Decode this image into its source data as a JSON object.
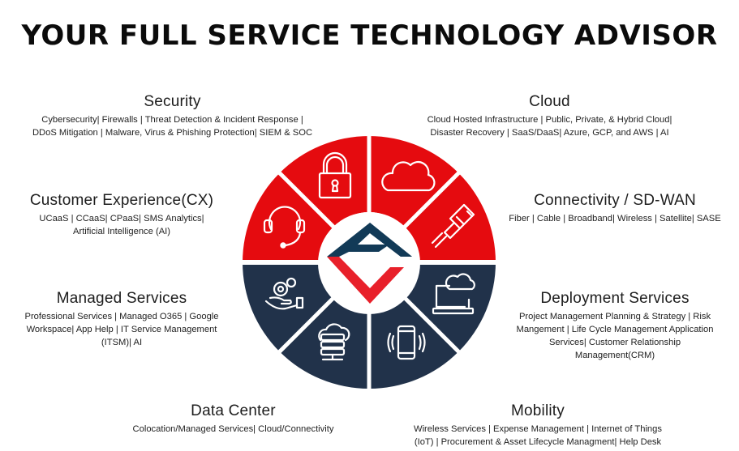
{
  "title": "YOUR FULL SERVICE TECHNOLOGY ADVISOR",
  "colors": {
    "red": "#e50b0f",
    "navy": "#21324a",
    "logo_navy": "#123a57",
    "logo_red": "#e8202a",
    "divider": "#ffffff"
  },
  "services": {
    "security": {
      "title": "Security",
      "lines": [
        "Cybersecurity| Firewalls | Threat Detection & Incident Response |",
        "DDoS Mitigation | Malware, Virus & Phishing Protection| SIEM & SOC"
      ],
      "icon": "padlock-icon"
    },
    "cloud": {
      "title": "Cloud",
      "lines": [
        "Cloud Hosted Infrastructure | Public, Private, & Hybrid Cloud|",
        "Disaster Recovery | SaaS/DaaS| Azure, GCP, and AWS | AI"
      ],
      "icon": "cloud-icon"
    },
    "cx": {
      "title": "Customer Experience(CX)",
      "lines": [
        "UCaaS | CCaaS| CPaaS| SMS Analytics|",
        "Artificial Intelligence (AI)"
      ],
      "icon": "headset-icon"
    },
    "connectivity": {
      "title": "Connectivity / SD-WAN",
      "lines": [
        "Fiber | Cable | Broadband| Wireless | Satellite| SASE"
      ],
      "icon": "ethernet-cable-icon"
    },
    "managed": {
      "title": "Managed Services",
      "lines": [
        "Professional Services | Managed O365 | Google",
        "Workspace| App Help | IT Service Management",
        "(ITSM)| AI"
      ],
      "icon": "gears-hand-icon"
    },
    "deployment": {
      "title": "Deployment Services",
      "lines": [
        "Project Management Planning & Strategy | Risk",
        "Mangement | Life Cycle Management Application",
        "Services| Customer Relationship",
        "Management(CRM)"
      ],
      "icon": "laptop-cloud-icon"
    },
    "datacenter": {
      "title": "Data Center",
      "lines": [
        "Colocation/Managed Services| Cloud/Connectivity"
      ],
      "icon": "server-cloud-icon"
    },
    "mobility": {
      "title": "Mobility",
      "lines": [
        "Wireless Services | Expense Management  | Internet of Things",
        "(IoT) | Procurement & Asset Lifecycle Managment| Help Desk"
      ],
      "icon": "vibrating-phone-icon"
    }
  },
  "center_logo": "company-logo"
}
